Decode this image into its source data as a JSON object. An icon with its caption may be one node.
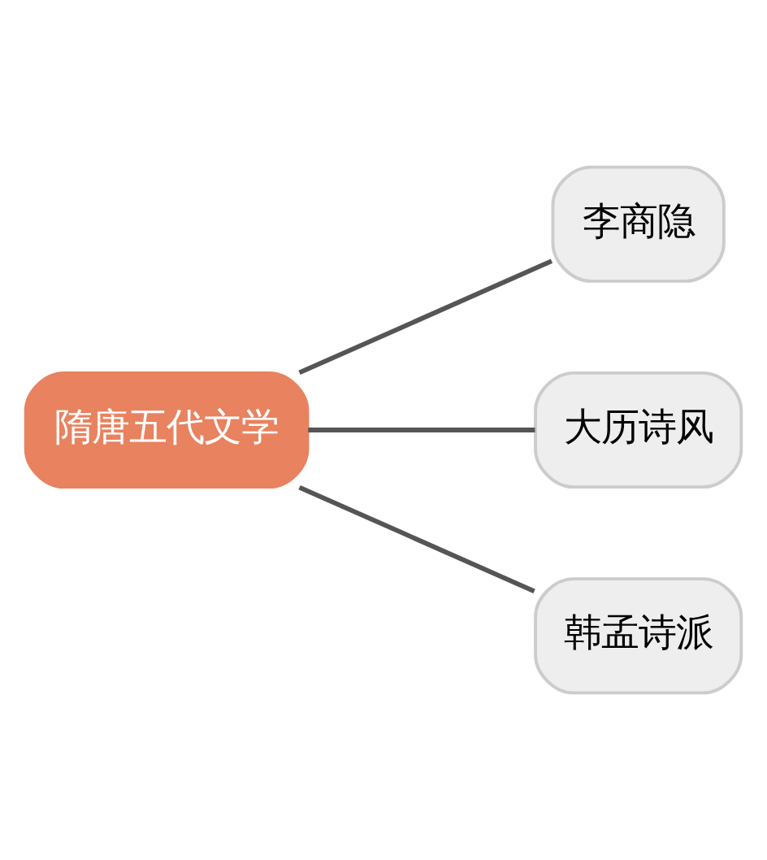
{
  "diagram": {
    "nodes": [
      {
        "text": [
          "隋唐五代文学"
        ]
      },
      {
        "text": [
          "李商隐"
        ]
      },
      {
        "text": [
          "大历诗风"
        ]
      },
      {
        "text": [
          "韩孟诗派"
        ]
      }
    ],
    "edges": [
      {
        "from": 0,
        "to": 1,
        "arrow": "none"
      },
      {
        "from": 0,
        "to": 2,
        "arrow": "none"
      },
      {
        "from": 0,
        "to": 3,
        "arrow": "none"
      }
    ]
  }
}
